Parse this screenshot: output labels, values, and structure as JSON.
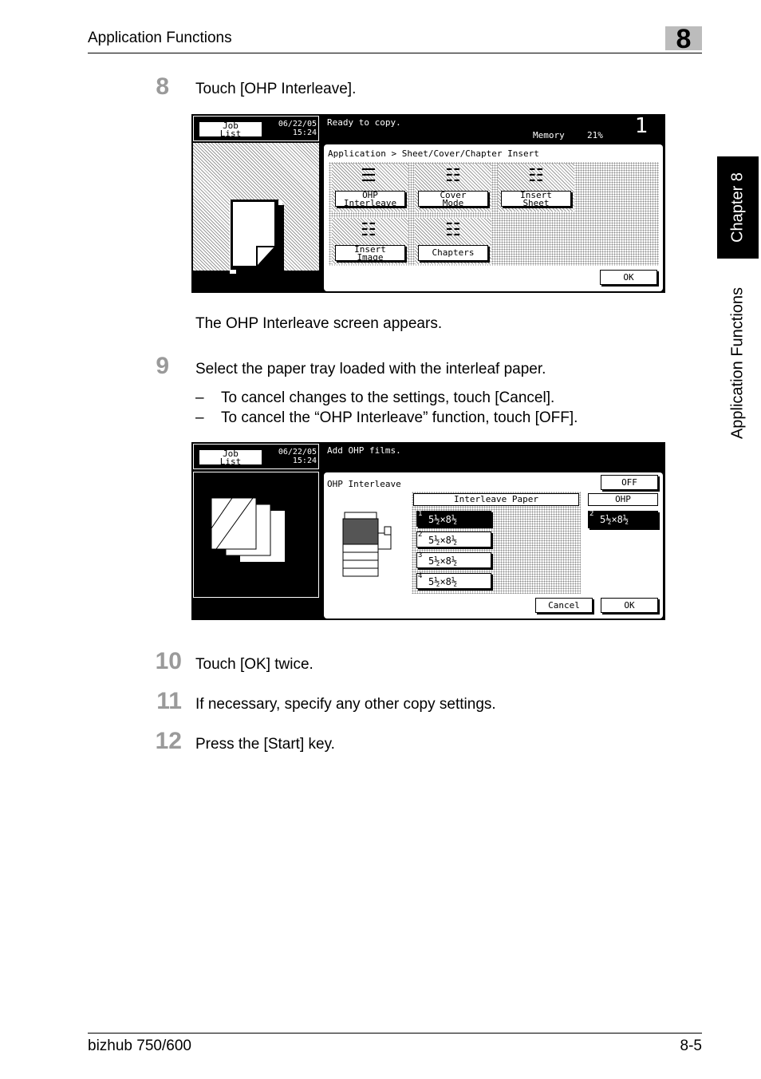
{
  "header": {
    "title": "Application Functions",
    "chapter_number": "8"
  },
  "side_tabs": {
    "chapter": "Chapter 8",
    "section": "Application Functions"
  },
  "steps": [
    {
      "num": "8",
      "text": "Touch [OHP Interleave]."
    },
    {
      "num": "9",
      "text": "Select the paper tray loaded with the interleaf paper."
    },
    {
      "num": "10",
      "text": "Touch [OK] twice."
    },
    {
      "num": "11",
      "text": "If necessary, specify any other copy settings."
    },
    {
      "num": "12",
      "text": "Press the [Start] key."
    }
  ],
  "note_after_8": "The OHP Interleave screen appears.",
  "bullets_9": [
    "To cancel changes to the settings, touch [Cancel].",
    "To cancel the “OHP Interleave” function, touch [OFF]."
  ],
  "bullet_dash": "–",
  "screen1": {
    "job_list": [
      "Job",
      "List"
    ],
    "date": "06/22/05",
    "time": "15:24",
    "status": "Ready to copy.",
    "memory_label": "Memory",
    "memory_value": "21%",
    "copies": "1",
    "breadcrumb": "Application > Sheet/Cover/Chapter Insert",
    "buttons": {
      "ohp_interleave": [
        "OHP",
        "Interleave"
      ],
      "cover_mode": [
        "Cover",
        "Mode"
      ],
      "insert_sheet": [
        "Insert",
        "Sheet"
      ],
      "insert_image": [
        "Insert",
        "Image"
      ],
      "chapters": "Chapters",
      "ok": "OK"
    }
  },
  "screen2": {
    "job_list": [
      "Job",
      "List"
    ],
    "date": "06/22/05",
    "time": "15:24",
    "status": "Add OHP films.",
    "panel_title": "OHP Interleave",
    "off": "OFF",
    "interleave_header": "Interleave Paper",
    "ohp_header": "OHP",
    "trays": [
      {
        "num": "1",
        "size": "5½×8½",
        "selected": true
      },
      {
        "num": "2",
        "size": "5½×8½",
        "selected": false
      },
      {
        "num": "3",
        "size": "5½×8½",
        "selected": false
      },
      {
        "num": "4",
        "size": "5½×8½",
        "selected": false
      }
    ],
    "ohp_tray": {
      "num": "2",
      "size": "5½×8½"
    },
    "cancel": "Cancel",
    "ok": "OK"
  },
  "footer": {
    "model": "bizhub 750/600",
    "page": "8-5"
  }
}
